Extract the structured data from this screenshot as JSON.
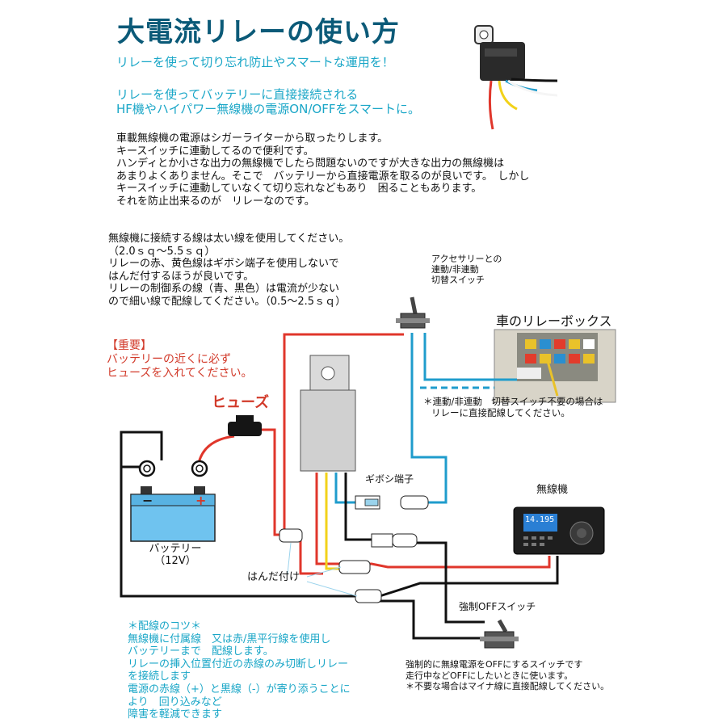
{
  "title": "大電流リレーの使い方",
  "subtitle1": "リレーを使って切り忘れ防止やスマートな運用を！",
  "subtitle2": [
    "リレーを使ってバッテリーに直接接続される",
    "HF機やハイパワー無線機の電源ON/OFFをスマートに。"
  ],
  "intro": [
    "車載無線機の電源はシガーライターから取ったりします。",
    "キースイッチに連動してるので便利です。",
    "ハンディとか小さな出力の無線機でしたら問題ないのですが大きな出力の無線機は",
    "あまりよくありません。そこで　バッテリーから直接電源を取るのが良いです。　しかし",
    "キースイッチに連動していなくて切り忘れなどもあり　困ることもあります。",
    "それを防止出来るのが　リレーなのです。"
  ],
  "wiring_notes": [
    "無線機に接続する線は太い線を使用してください。",
    "（2.0ｓｑ～5.5ｓｑ）",
    "リレーの赤、黄色線はギボシ端子を使用しないで",
    "はんだ付するほうが良いです。",
    "リレーの制御系の線（青、黒色）は電流が少ない",
    "ので細い線で配線してください。（0.5～2.5ｓｑ）"
  ],
  "accessory_switch_label": [
    "アクセサリーとの",
    "連動/非連動",
    "切替スイッチ"
  ],
  "relay_box_label": "車のリレーボックス",
  "important_note": [
    "【重要】",
    "バッテリーの近くに必ず",
    "ヒューズを入れてください。"
  ],
  "fuse_label": "ヒューズ",
  "gibosi_label": "ギボシ端子",
  "direct_note": [
    "＊連動/非連動　切替スイッチ不要の場合は",
    "リレーに直接配線してください。"
  ],
  "radio_label": "無線機",
  "radio_display": "14.195",
  "battery_label": [
    "バッテリー",
    "（12V）"
  ],
  "battery_minus": "−",
  "battery_plus": "+",
  "solder_label": "はんだ付け",
  "force_off_label": "強制OFFスイッチ",
  "tips": [
    "＊配線のコツ＊",
    "無線機に付属線　又は赤/黒平行線を使用し",
    "バッテリーまで　配線します。",
    "リレーの挿入位置付近の赤線のみ切断しリレー",
    "を接続します",
    "電源の赤線（+）と黒線（-）が寄り添うことに",
    "より　回り込みなど",
    "障害を軽減できます"
  ],
  "force_off_note": [
    "強制的に無線電源をOFFにするスイッチです",
    "走行中などOFFにしたいときに使います。",
    "＊不要な場合はマイナ線に直接配線してください。"
  ],
  "colors": {
    "title": "#0b5a78",
    "cyan_text": "#19a6c7",
    "red_wire": "#e0362b",
    "blue_wire": "#1f9ccc",
    "yellow_wire": "#f2d21a",
    "black_wire": "#111111",
    "battery": "#6fc3ef"
  }
}
